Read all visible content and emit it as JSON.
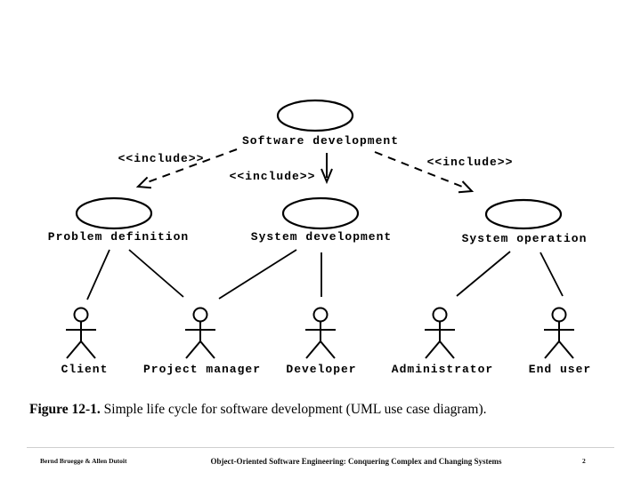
{
  "colors": {
    "ink": "#000000",
    "background": "#ffffff",
    "footer_rule": "#cfcfcf"
  },
  "diagram": {
    "type": "uml-use-case",
    "use_cases": [
      {
        "label": "Software development"
      },
      {
        "label": "Problem definition"
      },
      {
        "label": "System development"
      },
      {
        "label": "System operation"
      }
    ],
    "include_label": "<<include>>",
    "actors": [
      {
        "label": "Client"
      },
      {
        "label": "Project manager"
      },
      {
        "label": "Developer"
      },
      {
        "label": "Administrator"
      },
      {
        "label": "End user"
      }
    ]
  },
  "caption": {
    "figure_number": "Figure 12-1.",
    "text": " Simple life cycle for software development (UML use case diagram)."
  },
  "footer": {
    "authors": "Bernd Bruegge & Allen Dutoit",
    "book_title": "Object-Oriented Software Engineering: Conquering Complex and Changing Systems",
    "page_number": "2"
  }
}
